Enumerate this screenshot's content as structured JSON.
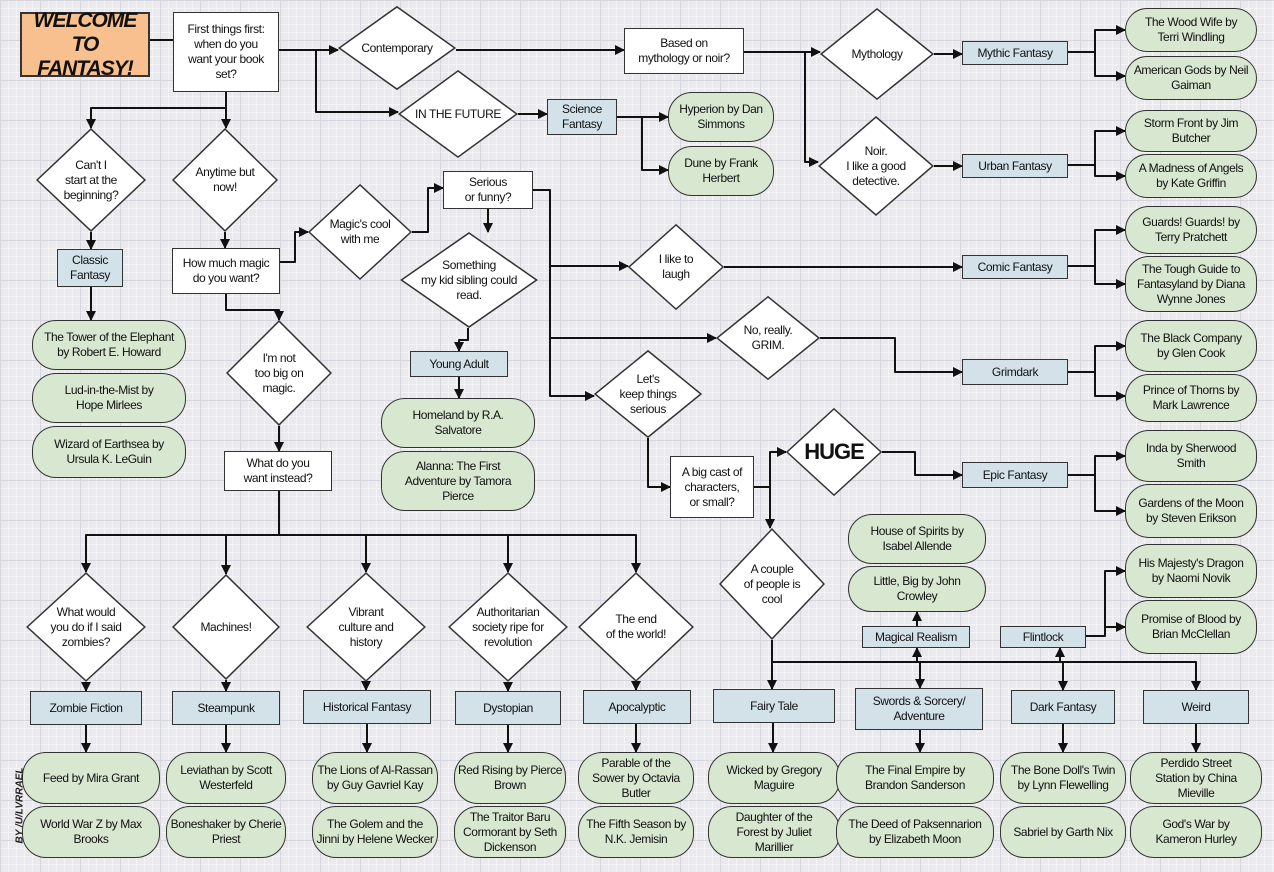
{
  "credit": "BY /U/LVRRAEL",
  "colors": {
    "title_fill": "#f8c08e",
    "genre_fill": "#d3e2e9",
    "book_fill": "#d8e7d0",
    "question_fill": "#ffffff",
    "line": "#111111"
  },
  "nodes": [
    {
      "id": "title",
      "kind": "title",
      "text": "WELCOME TO\nFANTASY!"
    },
    {
      "id": "first",
      "kind": "question",
      "text": "First things first:\nwhen do you\nwant your book\nset?"
    },
    {
      "id": "contemporary",
      "kind": "decision",
      "text": "Contemporary"
    },
    {
      "id": "future",
      "kind": "decision",
      "text": "IN THE FUTURE"
    },
    {
      "id": "mythnoir",
      "kind": "question",
      "text": "Based on\nmythology or noir?"
    },
    {
      "id": "mythology",
      "kind": "decision",
      "text": "Mythology"
    },
    {
      "id": "mythic",
      "kind": "genre",
      "text": "Mythic Fantasy"
    },
    {
      "id": "b_woodwife",
      "kind": "book",
      "text": "The Wood Wife by\nTerri Windling"
    },
    {
      "id": "b_amgods",
      "kind": "book",
      "text": "American Gods by Neil\nGaiman"
    },
    {
      "id": "noir",
      "kind": "decision",
      "text": "Noir.\nI like a good\ndetective."
    },
    {
      "id": "urban",
      "kind": "genre",
      "text": "Urban Fantasy"
    },
    {
      "id": "b_stormfront",
      "kind": "book",
      "text": "Storm Front by Jim\nButcher"
    },
    {
      "id": "b_madness",
      "kind": "book",
      "text": "A Madness of Angels\nby Kate Griffin"
    },
    {
      "id": "scifan",
      "kind": "genre",
      "text": "Science\nFantasy"
    },
    {
      "id": "b_hyperion",
      "kind": "book",
      "text": "Hyperion by Dan\nSimmons"
    },
    {
      "id": "b_dune",
      "kind": "book",
      "text": "Dune by Frank\nHerbert"
    },
    {
      "id": "cant",
      "kind": "decision",
      "text": "Can't I\nstart at the\nbeginning?"
    },
    {
      "id": "anytime",
      "kind": "decision",
      "text": "Anytime but\nnow!"
    },
    {
      "id": "classic",
      "kind": "genre",
      "text": "Classic\nFantasy"
    },
    {
      "id": "b_tower",
      "kind": "book",
      "text": "The Tower of the Elephant\nby Robert E. Howard"
    },
    {
      "id": "b_lud",
      "kind": "book",
      "text": "Lud-in-the-Mist by\nHope Mirlees"
    },
    {
      "id": "b_earthsea",
      "kind": "book",
      "text": "Wizard of Earthsea by\nUrsula K. LeGuin"
    },
    {
      "id": "howmuch",
      "kind": "question",
      "text": "How much magic\ndo you want?"
    },
    {
      "id": "magiccool",
      "kind": "decision",
      "text": "Magic's cool\nwith me"
    },
    {
      "id": "seriousfunny",
      "kind": "question",
      "text": "Serious\nor funny?"
    },
    {
      "id": "kid",
      "kind": "decision",
      "text": "Something\nmy kid sibling could\nread."
    },
    {
      "id": "ya",
      "kind": "genre",
      "text": "Young Adult"
    },
    {
      "id": "b_homeland",
      "kind": "book",
      "text": "Homeland by R.A.\nSalvatore"
    },
    {
      "id": "b_alanna",
      "kind": "book",
      "text": "Alanna: The First\nAdventure by Tamora\nPierce"
    },
    {
      "id": "toobig",
      "kind": "decision",
      "text": "I'm not\ntoo big on\nmagic."
    },
    {
      "id": "instead",
      "kind": "question",
      "text": "What do you\nwant instead?"
    },
    {
      "id": "laugh",
      "kind": "decision",
      "text": "I like to\nlaugh"
    },
    {
      "id": "comic",
      "kind": "genre",
      "text": "Comic Fantasy"
    },
    {
      "id": "b_guards",
      "kind": "book",
      "text": "Guards! Guards! by\nTerry Pratchett"
    },
    {
      "id": "b_toughguide",
      "kind": "book",
      "text": "The Tough Guide to\nFantasyland by Diana\nWynne Jones"
    },
    {
      "id": "grim",
      "kind": "decision",
      "text": "No, really.\nGRIM."
    },
    {
      "id": "grimdark",
      "kind": "genre",
      "text": "Grimdark"
    },
    {
      "id": "b_blackco",
      "kind": "book",
      "text": "The Black Company\nby Glen Cook"
    },
    {
      "id": "b_thorns",
      "kind": "book",
      "text": "Prince of Thorns by\nMark Lawrence"
    },
    {
      "id": "serious",
      "kind": "decision",
      "text": "Let's\nkeep things\nserious"
    },
    {
      "id": "cast",
      "kind": "question",
      "text": "A big cast of\ncharacters,\nor small?"
    },
    {
      "id": "huge",
      "kind": "decision",
      "text": "HUGE"
    },
    {
      "id": "epic",
      "kind": "genre",
      "text": "Epic Fantasy"
    },
    {
      "id": "b_inda",
      "kind": "book",
      "text": "Inda by Sherwood\nSmith"
    },
    {
      "id": "b_gardens",
      "kind": "book",
      "text": "Gardens of the Moon\nby Steven Erikson"
    },
    {
      "id": "couple",
      "kind": "decision",
      "text": "A couple\nof people is\ncool"
    },
    {
      "id": "b_spirits",
      "kind": "book",
      "text": "House of Spirits by\nIsabel Allende"
    },
    {
      "id": "b_littlebig",
      "kind": "book",
      "text": "Little, Big by John\nCrowley"
    },
    {
      "id": "magreal",
      "kind": "genre",
      "text": "Magical Realism"
    },
    {
      "id": "flintlock",
      "kind": "genre",
      "text": "Flintlock"
    },
    {
      "id": "b_dragon",
      "kind": "book",
      "text": "His Majesty's Dragon\nby Naomi Novik"
    },
    {
      "id": "b_blood",
      "kind": "book",
      "text": "Promise of Blood by\nBrian McClellan"
    },
    {
      "id": "zombies",
      "kind": "decision",
      "text": "What would\nyou do if I said\nzombies?"
    },
    {
      "id": "machines",
      "kind": "decision",
      "text": "Machines!"
    },
    {
      "id": "vibrant",
      "kind": "decision",
      "text": "Vibrant\nculture and\nhistory"
    },
    {
      "id": "auth",
      "kind": "decision",
      "text": "Authoritarian\nsociety ripe for\nrevolution"
    },
    {
      "id": "endworld",
      "kind": "decision",
      "text": "The end\nof the world!"
    },
    {
      "id": "g_zombie",
      "kind": "genre",
      "text": "Zombie Fiction"
    },
    {
      "id": "g_steam",
      "kind": "genre",
      "text": "Steampunk"
    },
    {
      "id": "g_hist",
      "kind": "genre",
      "text": "Historical Fantasy"
    },
    {
      "id": "g_dyst",
      "kind": "genre",
      "text": "Dystopian"
    },
    {
      "id": "g_apoc",
      "kind": "genre",
      "text": "Apocalyptic"
    },
    {
      "id": "g_fairy",
      "kind": "genre",
      "text": "Fairy Tale"
    },
    {
      "id": "g_sword",
      "kind": "genre",
      "text": "Swords & Sorcery/\nAdventure"
    },
    {
      "id": "g_dark",
      "kind": "genre",
      "text": "Dark Fantasy"
    },
    {
      "id": "g_weird",
      "kind": "genre",
      "text": "Weird"
    },
    {
      "id": "b_feed",
      "kind": "book",
      "text": "Feed by Mira Grant"
    },
    {
      "id": "b_wwz",
      "kind": "book",
      "text": "World War Z by Max\nBrooks"
    },
    {
      "id": "b_leviathan",
      "kind": "book",
      "text": "Leviathan by Scott\nWesterfeld"
    },
    {
      "id": "b_boneshaker",
      "kind": "book",
      "text": "Boneshaker by Cherie\nPriest"
    },
    {
      "id": "b_lions",
      "kind": "book",
      "text": "The Lions of Al-Rassan\nby Guy Gavriel Kay"
    },
    {
      "id": "b_golem",
      "kind": "book",
      "text": "The Golem and the\nJinni by Helene Wecker"
    },
    {
      "id": "b_redrising",
      "kind": "book",
      "text": "Red Rising by Pierce\nBrown"
    },
    {
      "id": "b_baru",
      "kind": "book",
      "text": "The Traitor Baru\nCormorant by Seth\nDickenson"
    },
    {
      "id": "b_parable",
      "kind": "book",
      "text": "Parable of the\nSower by Octavia\nButler"
    },
    {
      "id": "b_fifth",
      "kind": "book",
      "text": "The Fifth Season by\nN.K. Jemisin"
    },
    {
      "id": "b_wicked",
      "kind": "book",
      "text": "Wicked by Gregory\nMaguire"
    },
    {
      "id": "b_daughter",
      "kind": "book",
      "text": "Daughter of the\nForest by Juliet\nMarillier"
    },
    {
      "id": "b_finalempire",
      "kind": "book",
      "text": "The Final Empire by\nBrandon Sanderson"
    },
    {
      "id": "b_deed",
      "kind": "book",
      "text": "The Deed of Paksennarion\nby Elizabeth Moon"
    },
    {
      "id": "b_bonedoll",
      "kind": "book",
      "text": "The Bone Doll's Twin\nby Lynn Flewelling"
    },
    {
      "id": "b_sabriel",
      "kind": "book",
      "text": "Sabriel by Garth Nix"
    },
    {
      "id": "b_perdido",
      "kind": "book",
      "text": "Perdido Street\nStation by China\nMieville"
    },
    {
      "id": "b_godswar",
      "kind": "book",
      "text": "God's War by\nKameron Hurley"
    }
  ]
}
